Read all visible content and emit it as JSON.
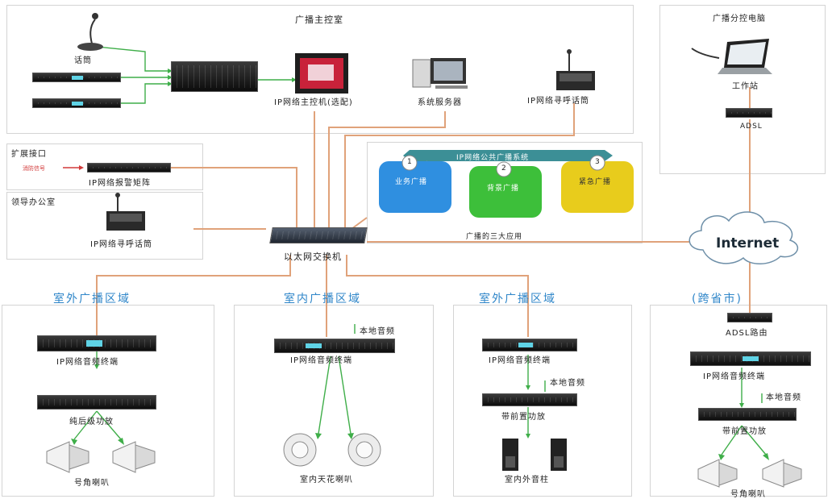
{
  "main_room": {
    "title": "广播主控室",
    "mic_label": "话筒",
    "host_label": "IP网络主控机(选配)",
    "server_label": "系统服务器",
    "paging_label": "IP网络寻呼话筒"
  },
  "expansion": {
    "title": "扩展接口",
    "signal_label": "消防信号",
    "matrix_label": "IP网络报警矩阵"
  },
  "office": {
    "title": "领导办公室",
    "paging_label": "IP网络寻呼话筒"
  },
  "apps": {
    "banner": "IP网络公共广播系统",
    "items": [
      {
        "num": "1",
        "label": "业务广播",
        "color": "#2f8fe0"
      },
      {
        "num": "2",
        "label": "背景广播",
        "color": "#3dbf3a"
      },
      {
        "num": "3",
        "label": "紧急广播",
        "color": "#e8cc1c"
      }
    ],
    "caption": "广播的三大应用"
  },
  "switch_label": "以太网交换机",
  "remote": {
    "title": "广播分控电脑",
    "workstation_label": "工作站",
    "adsl_label": "ADSL"
  },
  "internet_label": "Internet",
  "zones": {
    "outdoor1": {
      "title": "室外广播区域",
      "terminal": "IP网络音频终端",
      "amp": "纯后级功放",
      "speaker": "号角喇叭"
    },
    "indoor": {
      "title": "室内广播区域",
      "local_audio": "本地音频",
      "terminal": "IP网络音频终端",
      "speaker": "室内天花喇叭"
    },
    "outdoor2": {
      "title": "室外广播区域",
      "terminal": "IP网络音频终端",
      "local_audio": "本地音频",
      "amp": "带前置功放",
      "speaker": "室内外音柱"
    },
    "cross": {
      "title": "(跨省市)",
      "router": "ADSL路由",
      "terminal": "IP网络音频终端",
      "local_audio": "本地音频",
      "amp": "带前置功放",
      "speaker": "号角喇叭"
    }
  },
  "colors": {
    "wire": "#e0a27a",
    "green": "#3fae49",
    "zone_title": "#2f86c9"
  }
}
